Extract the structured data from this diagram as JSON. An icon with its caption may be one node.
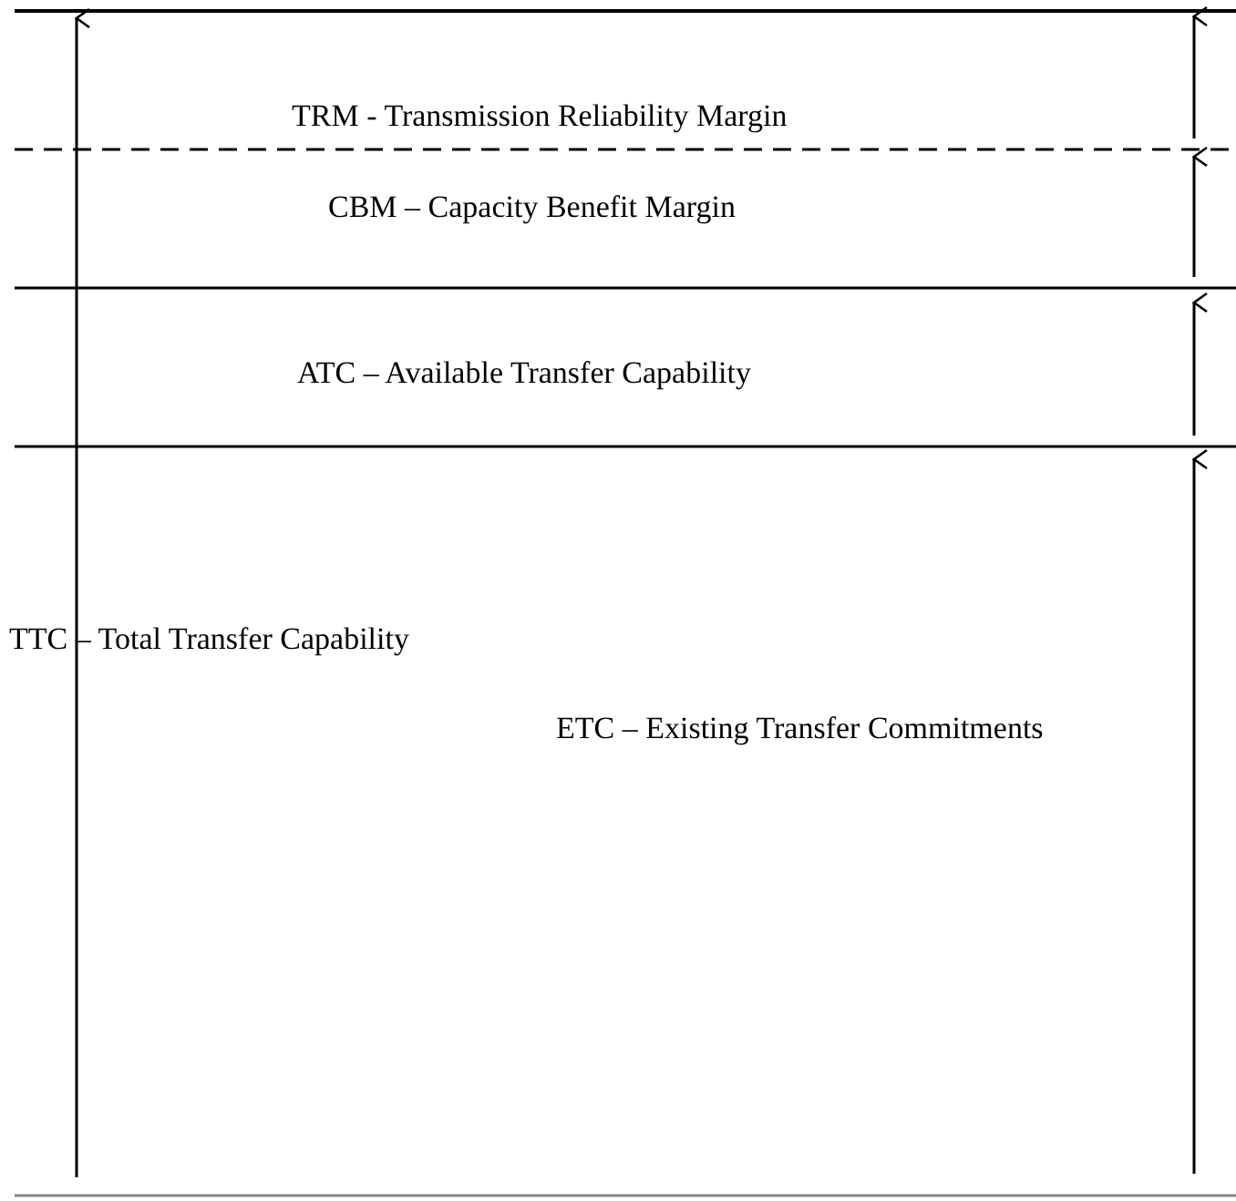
{
  "diagram": {
    "labels": [
      "TRM - Transmission Reliability Margin",
      "CBM – Capacity Benefit Margin",
      "ATC – Available Transfer Capability",
      "TTC – Total Transfer Capability",
      "ETC – Existing Transfer Commitments"
    ]
  }
}
